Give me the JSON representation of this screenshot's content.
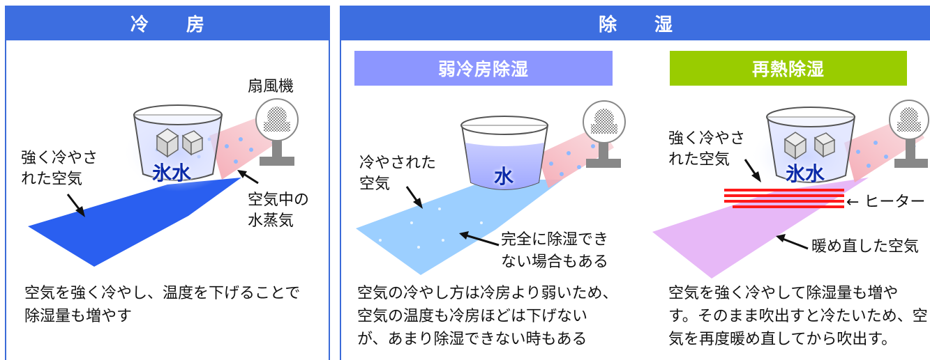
{
  "cooling": {
    "title": "冷　房",
    "fan_label": "扇風機",
    "cold_air_label": [
      "強く冷やさ",
      "れた空気"
    ],
    "vapor_label": [
      "空気中の",
      "水蒸気"
    ],
    "glass_label": "氷水",
    "description": [
      "空気を強く冷やし、温度を下げることで",
      "除湿量も増やす"
    ]
  },
  "dehumid": {
    "title": "除　湿",
    "weak": {
      "title": "弱冷房除湿",
      "cooled_air_label": [
        "冷やされた",
        "空気"
      ],
      "glass_label": "水",
      "incomplete_label": [
        "完全に除湿でき",
        "ない場合もある"
      ],
      "description": [
        "空気の冷やし方は冷房より弱いため、",
        "空気の温度も冷房ほどは下げない",
        "が、あまり除湿できない時もある"
      ]
    },
    "reheat": {
      "title": "再熱除湿",
      "cold_air_label": [
        "強く冷やさ",
        "れた空気"
      ],
      "glass_label": "氷水",
      "heater_label": "← ヒーター",
      "warmed_air_label": "暖め直した空気",
      "description": [
        "空気を強く冷やして除湿量も増や",
        "す。そのまま吹出すと冷たいため、空",
        "気を再度暖め直してから吹出す。"
      ]
    }
  },
  "colors": {
    "header_blue": "#3d6ee0",
    "weak_header": "#8c96ff",
    "reheat_header": "#99cc00",
    "cold_air": "#2a5ff0",
    "cooled_air": "#9ccfff",
    "warmed_air": "#e7b8f7",
    "heater": "#ff1a1a"
  }
}
